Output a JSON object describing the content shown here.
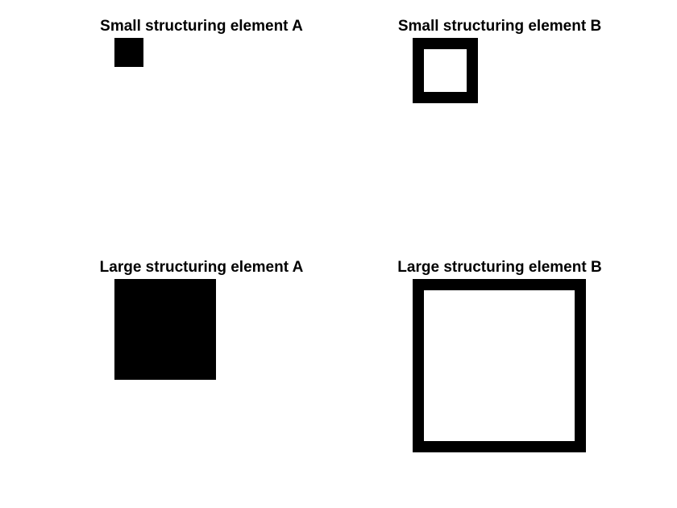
{
  "figure": {
    "panels": [
      {
        "title": "Small structuring element A",
        "shape": "filled-square"
      },
      {
        "title": "Small structuring element B",
        "shape": "hollow-square"
      },
      {
        "title": "Large structuring element A",
        "shape": "filled-square"
      },
      {
        "title": "Large structuring element B",
        "shape": "hollow-square"
      }
    ],
    "colors": {
      "foreground": "#000000",
      "background": "#ffffff"
    }
  }
}
